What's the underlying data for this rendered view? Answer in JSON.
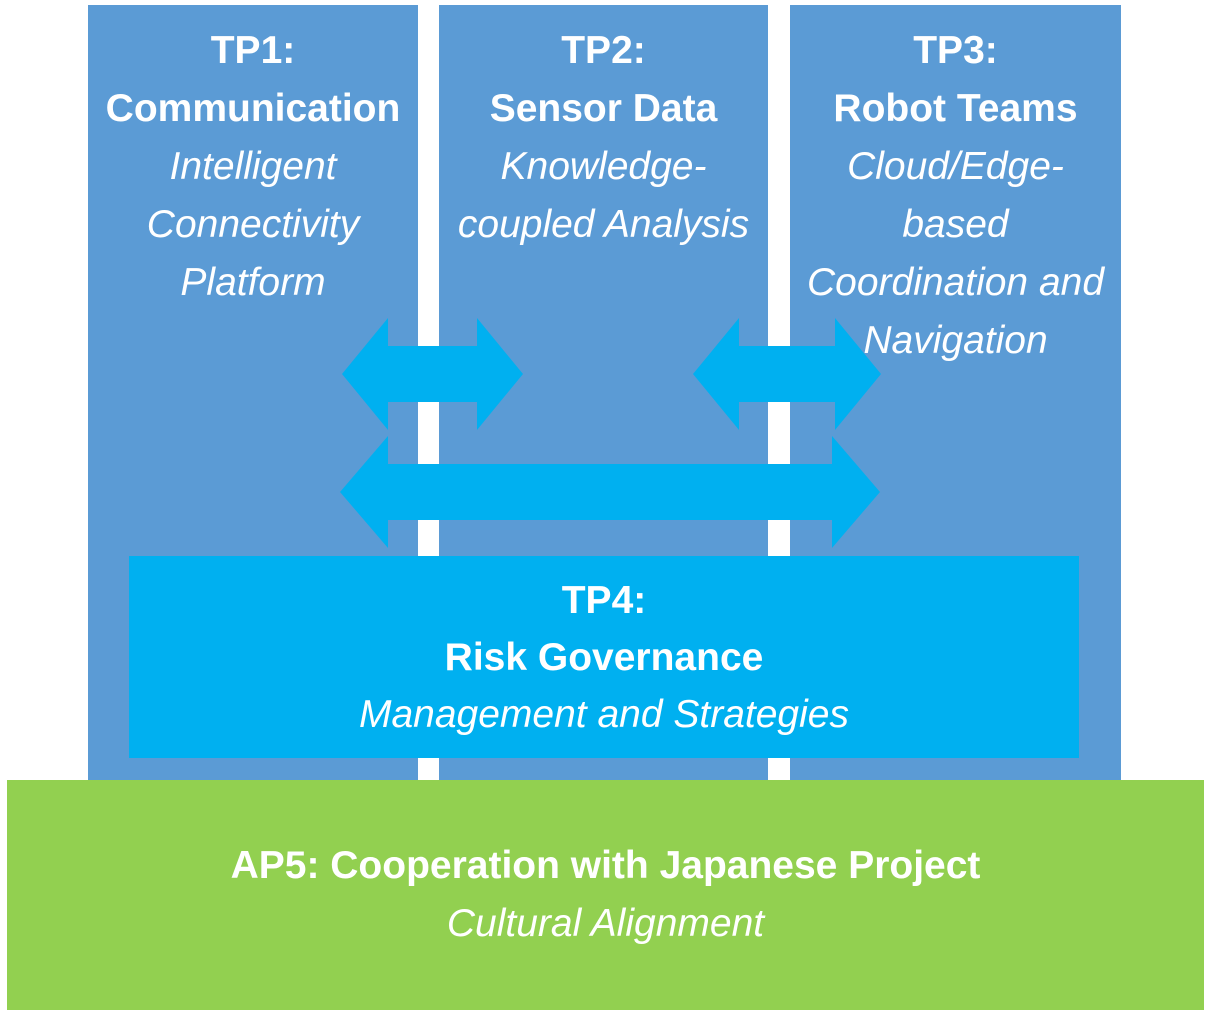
{
  "colors": {
    "column_blue": "#5B9BD5",
    "accent_cyan": "#00B0F0",
    "cooperation_green": "#92D050",
    "text_white": "#FFFFFF"
  },
  "columns": [
    {
      "id": "TP1",
      "title": "TP1:",
      "name": "Communication",
      "subtitle": "Intelligent\nConnectivity\nPlatform"
    },
    {
      "id": "TP2",
      "title": "TP2:",
      "name": "Sensor Data",
      "subtitle": "Knowledge-\ncoupled Analysis"
    },
    {
      "id": "TP3",
      "title": "TP3:",
      "name": "Robot Teams",
      "subtitle": "Cloud/Edge-\nbased\nCoordination and\nNavigation"
    }
  ],
  "tp4": {
    "title": "TP4:",
    "name": "Risk Governance",
    "subtitle": "Management and Strategies"
  },
  "ap5": {
    "title": "AP5: Cooperation with Japanese Project",
    "subtitle": "Cultural Alignment"
  }
}
